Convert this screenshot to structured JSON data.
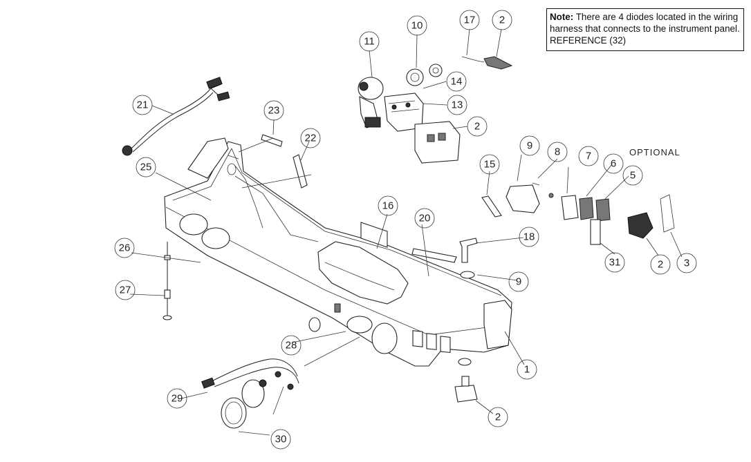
{
  "note": {
    "label": "Note:",
    "text": "There are 4 diodes located in the wiring harness that connects to the instrument panel.",
    "reference": "REFERENCE (32)"
  },
  "optional_label": "OPTIONAL",
  "callouts": [
    "1",
    "2",
    "2",
    "2",
    "2",
    "3",
    "5",
    "6",
    "7",
    "8",
    "9",
    "9",
    "10",
    "11",
    "13",
    "14",
    "15",
    "16",
    "17",
    "18",
    "20",
    "21",
    "22",
    "23",
    "25",
    "26",
    "27",
    "28",
    "29",
    "30",
    "31"
  ]
}
